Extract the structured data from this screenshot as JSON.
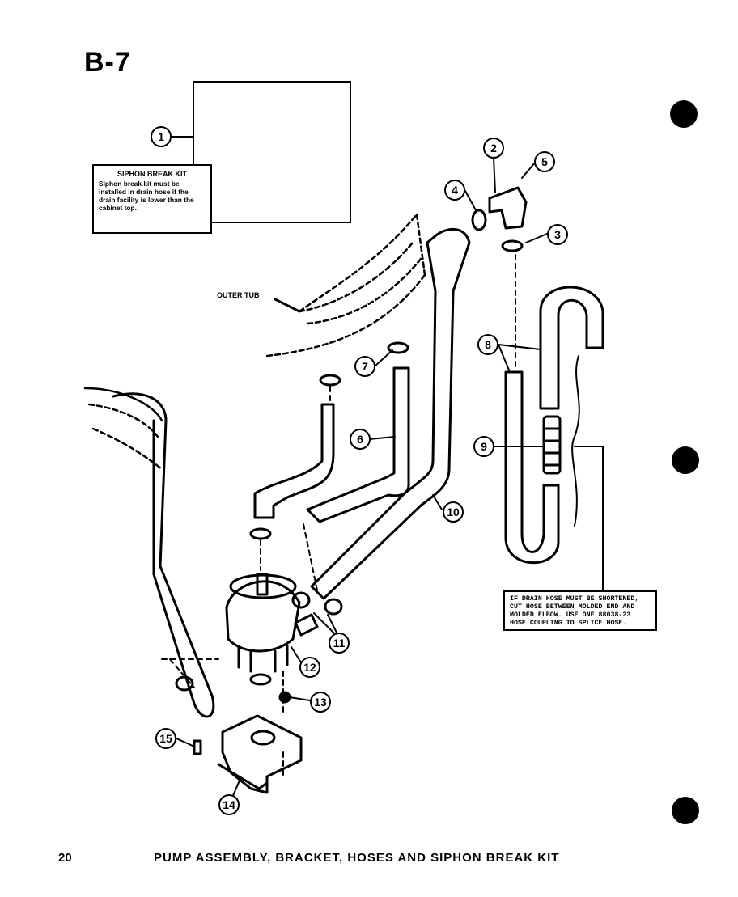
{
  "page_id": "B-7",
  "siphon_box": {
    "title": "SIPHON BREAK KIT",
    "text": "Siphon break kit must be installed in drain hose if the drain facility is lower than the cabinet top."
  },
  "labels": {
    "outer_tub": "OUTER TUB"
  },
  "note": {
    "text": "IF DRAIN HOSE MUST BE SHORTENED, CUT HOSE BETWEEN MOLDED END AND MOLDED ELBOW. USE ONE 88038-23 HOSE COUPLING TO SPLICE HOSE."
  },
  "callouts": {
    "c1": "1",
    "c2": "2",
    "c3": "3",
    "c4": "4",
    "c5": "5",
    "c6": "6",
    "c7": "7",
    "c8": "8",
    "c9": "9",
    "c10": "10",
    "c11": "11",
    "c12": "12",
    "c13": "13",
    "c14": "14",
    "c15": "15"
  },
  "footer": {
    "page_number": "20",
    "title": "PUMP ASSEMBLY, BRACKET, HOSES AND SIPHON BREAK KIT"
  }
}
